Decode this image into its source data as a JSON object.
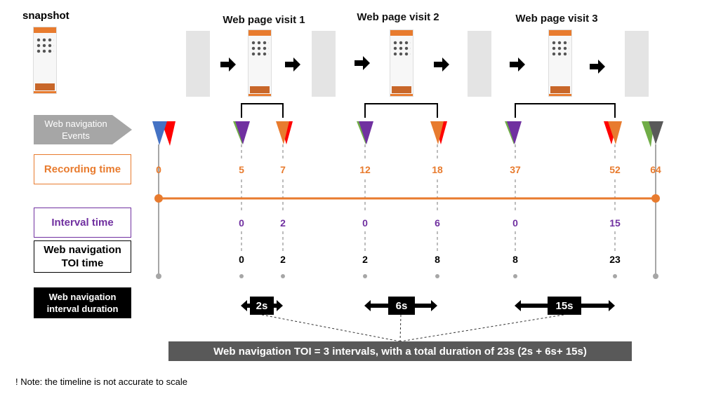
{
  "snapshot_label": "snapshot",
  "visits": [
    {
      "title": "Web page visit 1"
    },
    {
      "title": "Web page visit 2"
    },
    {
      "title": "Web page visit 3"
    }
  ],
  "row_labels": {
    "nav_events": "Web navigation Events",
    "recording_time": "Recording time",
    "interval_time": "Interval time",
    "toi_time": "Web navigation TOI time",
    "interval_duration": "Web navigation interval duration"
  },
  "recording_times": [
    "0",
    "5",
    "7",
    "12",
    "18",
    "37",
    "52",
    "64"
  ],
  "interval_times": [
    "0",
    "2",
    "0",
    "6",
    "0",
    "15"
  ],
  "toi_times": [
    "0",
    "2",
    "2",
    "8",
    "8",
    "23"
  ],
  "durations": [
    "2s",
    "6s",
    "15s"
  ],
  "summary": "Web navigation TOI = 3 intervals, with a total duration of 23s (2s + 6s+ 15s)",
  "note": "! Note: the timeline is not accurate to scale",
  "colors": {
    "orange": "#e87b2e",
    "purple": "#7030a0",
    "green": "#70ad47",
    "red": "#ff0000",
    "blue": "#4472c4",
    "gray_dark": "#595959",
    "gray_arrow": "#a6a6a6"
  }
}
